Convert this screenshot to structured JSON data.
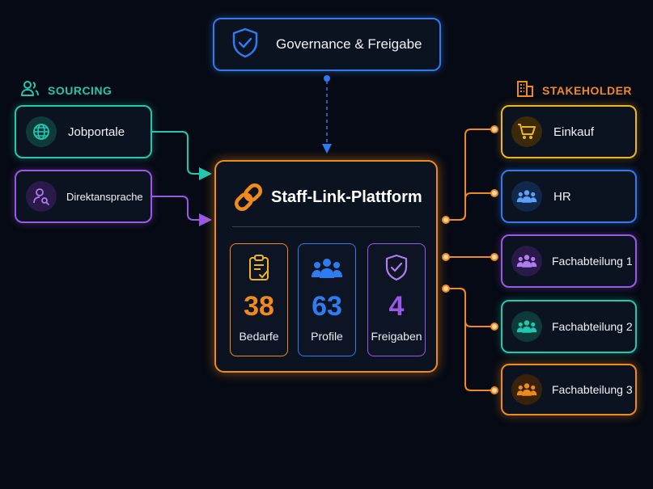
{
  "governance": {
    "label": "Governance & Freigabe",
    "icon": "shield-check-icon"
  },
  "sourcing": {
    "title": "SOURCING",
    "icon": "users-icon",
    "color": "#1fc9b1",
    "items": [
      {
        "label": "Jobportale",
        "icon": "globe-icon",
        "color": "#1fc9b1"
      },
      {
        "label": "Direktansprache",
        "icon": "user-search-icon",
        "color": "#9a58e8"
      }
    ]
  },
  "platform": {
    "title": "Staff-Link-Plattform",
    "icon": "link-icon",
    "stats": [
      {
        "value": "38",
        "label": "Bedarfe",
        "icon": "clipboard-check-icon",
        "color": "#f08a1c"
      },
      {
        "value": "63",
        "label": "Profile",
        "icon": "team-icon",
        "color": "#2f7bf0"
      },
      {
        "value": "4",
        "label": "Freigaben",
        "icon": "shield-check-icon",
        "color": "#9a58e8"
      }
    ]
  },
  "stakeholder": {
    "title": "STAKEHOLDER",
    "icon": "building-icon",
    "color": "#f08a1c",
    "items": [
      {
        "label": "Einkauf",
        "icon": "cart-icon",
        "color": "#f0b51c"
      },
      {
        "label": "HR",
        "icon": "team-icon",
        "color": "#2f7bf0"
      },
      {
        "label": "Fachabteilung 1",
        "icon": "team-icon",
        "color": "#9a58e8"
      },
      {
        "label": "Fachabteilung 2",
        "icon": "team-icon",
        "color": "#1fc9b1"
      },
      {
        "label": "Fachabteilung 3",
        "icon": "team-icon",
        "color": "#f08a1c"
      }
    ]
  }
}
